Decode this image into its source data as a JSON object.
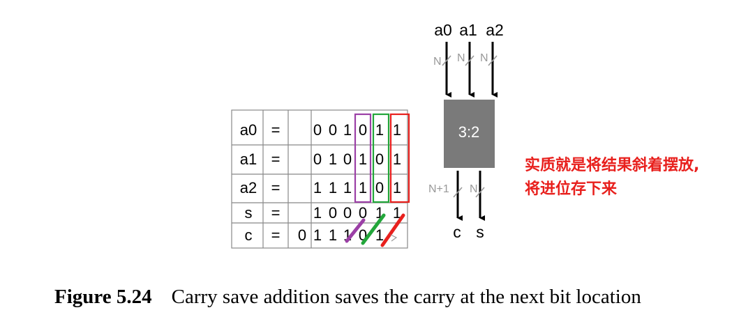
{
  "table": {
    "rows": [
      {
        "label": "a0",
        "eq": "=",
        "bits": [
          "",
          "",
          "0",
          "0",
          "1",
          "0",
          "1",
          "1"
        ]
      },
      {
        "label": "a1",
        "eq": "=",
        "bits": [
          "",
          "",
          "0",
          "1",
          "0",
          "1",
          "0",
          "1"
        ]
      },
      {
        "label": "a2",
        "eq": "=",
        "bits": [
          "",
          "",
          "1",
          "1",
          "1",
          "1",
          "0",
          "1"
        ]
      },
      {
        "label": "s",
        "eq": "=",
        "bits": [
          "",
          "",
          "1",
          "0",
          "0",
          "0",
          "1",
          "1"
        ]
      },
      {
        "label": "c",
        "eq": "=",
        "bits": [
          "",
          "0",
          "1",
          "1",
          "1",
          "0",
          "1",
          ""
        ]
      }
    ]
  },
  "block": {
    "label": "3:2",
    "inputs": [
      {
        "name": "a0",
        "width": "N"
      },
      {
        "name": "a1",
        "width": "N"
      },
      {
        "name": "a2",
        "width": "N"
      }
    ],
    "outputs": [
      {
        "name": "c",
        "width": "N+1"
      },
      {
        "name": "s",
        "width": "N"
      }
    ]
  },
  "annotation": {
    "line1": "实质就是将结果斜着摆放,",
    "line2": "将进位存下来",
    "color": "#e8201d"
  },
  "highlight_colors": [
    "#9b3fa6",
    "#22a63a",
    "#e8201d"
  ],
  "block_color": "#7a7a7a",
  "caption": {
    "figure": "Figure 5.24",
    "text": "Carry save addition saves the carry at the next bit location"
  }
}
